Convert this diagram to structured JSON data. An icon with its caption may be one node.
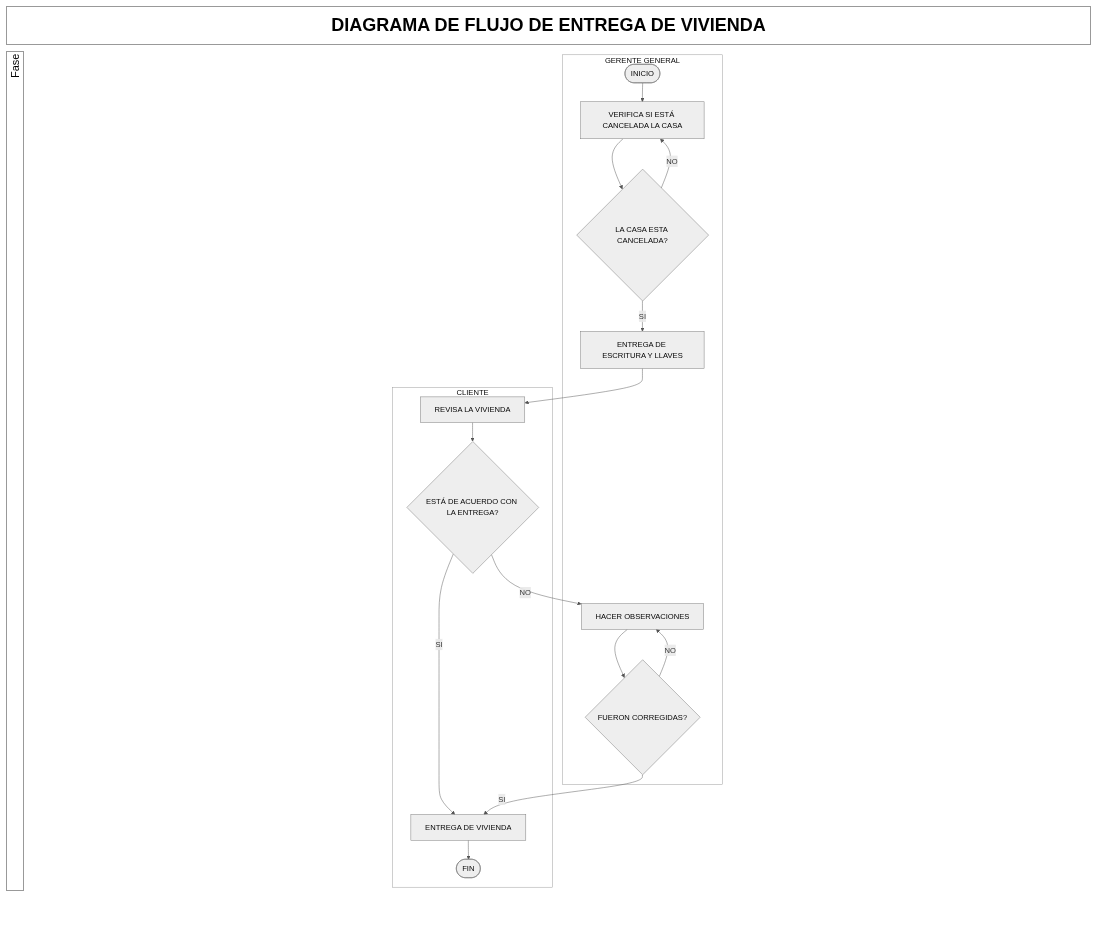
{
  "diagram": {
    "title": "DIAGRAMA DE FLUJO DE ENTREGA DE VIVIENDA",
    "nodes": [
      {
        "text": [
          "GERENTE GENERAL"
        ]
      },
      {
        "text": [
          "CLIENTE"
        ]
      },
      {
        "text": [
          "INICIO"
        ],
        "in": 0
      },
      {
        "text": [
          "VERIFICA SI ESTÁ CANCELADA LA CASA"
        ],
        "in": 0
      },
      {
        "text": [
          "LA CASA ESTA CANCELADA?"
        ],
        "in": 0
      },
      {
        "text": [
          "ENTREGA DE ESCRITURA Y LLAVES"
        ],
        "in": 0
      },
      {
        "text": [
          "HACER OBSERVACIONES"
        ],
        "in": 0
      },
      {
        "text": [
          "FUERON CORREGIDAS?"
        ],
        "in": 0
      },
      {
        "text": [
          "REVISA LA VIVIENDA"
        ],
        "in": 1
      },
      {
        "text": [
          "ESTÁ DE ACUERDO CON LA ENTREGA?"
        ],
        "in": 1
      },
      {
        "text": [
          "ENTREGA DE VIVIENDA"
        ],
        "in": 1
      },
      {
        "text": [
          "FIN"
        ],
        "in": 1
      }
    ],
    "edges": [
      {
        "from": 2,
        "to": 3,
        "arrow": "to"
      },
      {
        "from": 3,
        "to": 4,
        "arrow": "to"
      },
      {
        "from": 4,
        "to": 3,
        "arrow": "to",
        "label": "NO"
      },
      {
        "from": 4,
        "to": 5,
        "arrow": "to",
        "label": "SI"
      },
      {
        "from": 5,
        "to": 8,
        "arrow": "to"
      },
      {
        "from": 8,
        "to": 9,
        "arrow": "to"
      },
      {
        "from": 9,
        "to": 6,
        "arrow": "to",
        "label": "NO"
      },
      {
        "from": 9,
        "to": 10,
        "arrow": "to",
        "label": "SI"
      },
      {
        "from": 6,
        "to": 7,
        "arrow": "to"
      },
      {
        "from": 7,
        "to": 6,
        "arrow": "to",
        "label": "NO"
      },
      {
        "from": 7,
        "to": 10,
        "arrow": "to",
        "label": "SI"
      },
      {
        "from": 10,
        "to": 11,
        "arrow": "to"
      }
    ],
    "labels": [
      "Fase"
    ]
  }
}
